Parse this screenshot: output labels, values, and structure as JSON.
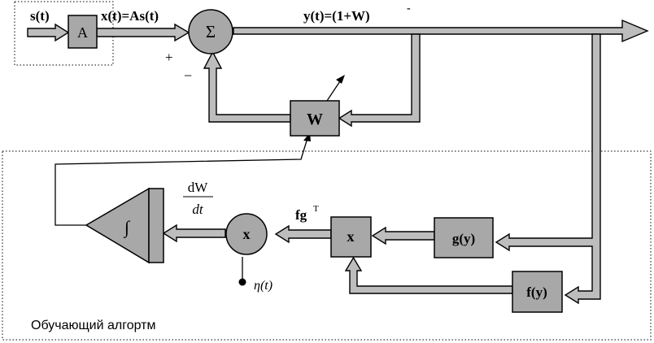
{
  "blocks": {
    "input_signal": "s(t)",
    "mixing": "A",
    "mixed_signal": "x(t)=As(t)",
    "summator": "Σ",
    "plus_sign": "+",
    "minus_sign": "−",
    "output_signal": "y(t)=(1+W)",
    "output_superscript": "-",
    "weight_block": "W",
    "g_block": "g(y)",
    "f_block": "f(y)",
    "multiplier_1": "x",
    "multiplier_2": "x",
    "product_label": "fg",
    "product_superscript": "T",
    "derivative_num": "dW",
    "derivative_den": "dt",
    "integrator": "∫",
    "learning_rate": "η(t)"
  },
  "learning_region_label": "Обучающий алгортм",
  "colors": {
    "block_fill": "#a8a8a8",
    "bus_fill": "#bdbdbd",
    "line": "#000000"
  }
}
